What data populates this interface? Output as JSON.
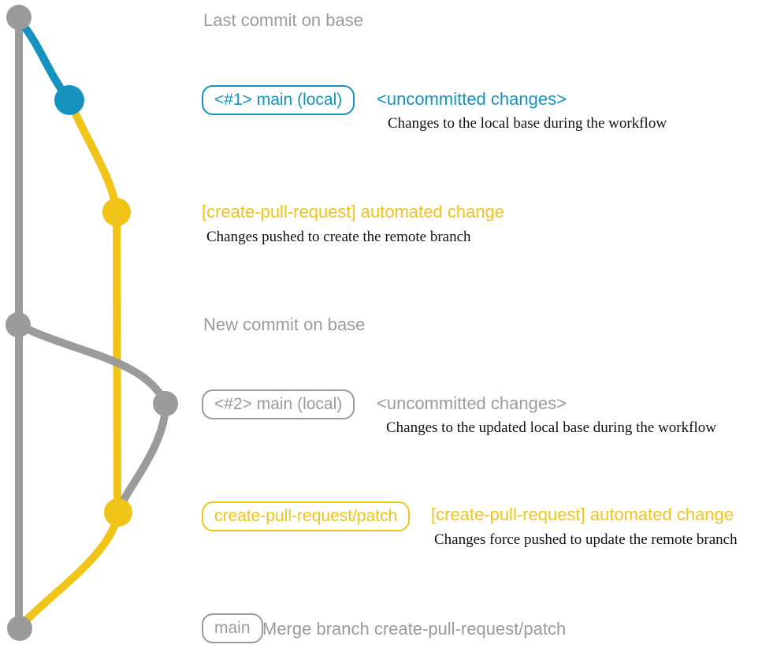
{
  "colors": {
    "gray": "#9b9b9b",
    "teal": "#1692bf",
    "gold": "#f0c419",
    "ink": "#111111",
    "bg": "#ffffff"
  },
  "graph": {
    "nodes": [
      {
        "name": "commit-node-last-base",
        "color": "gray"
      },
      {
        "name": "commit-node-uncommitted-1",
        "color": "teal"
      },
      {
        "name": "commit-node-pr-1",
        "color": "gold"
      },
      {
        "name": "commit-node-new-base",
        "color": "gray"
      },
      {
        "name": "commit-node-uncommitted-2",
        "color": "gray"
      },
      {
        "name": "commit-node-pr-2",
        "color": "gold"
      },
      {
        "name": "commit-node-merge",
        "color": "gray"
      }
    ]
  },
  "annotations": {
    "last_commit": "Last commit on base",
    "branch1_box": "<#1> main (local)",
    "branch1_tag": "<uncommitted changes>",
    "branch1_desc": "Changes to the local base during the workflow",
    "push1_title": "[create-pull-request] automated change",
    "push1_desc": "Changes pushed to create the remote branch",
    "new_commit": "New commit on base",
    "branch2_box": "<#2> main (local)",
    "branch2_tag": "<uncommitted changes>",
    "branch2_desc": "Changes to the updated local base during the workflow",
    "patch_box": "create-pull-request/patch",
    "push2_title": "[create-pull-request] automated change",
    "push2_desc": "Changes force pushed to update the remote branch",
    "merge_box": "main",
    "merge_label": "Merge branch create-pull-request/patch"
  }
}
